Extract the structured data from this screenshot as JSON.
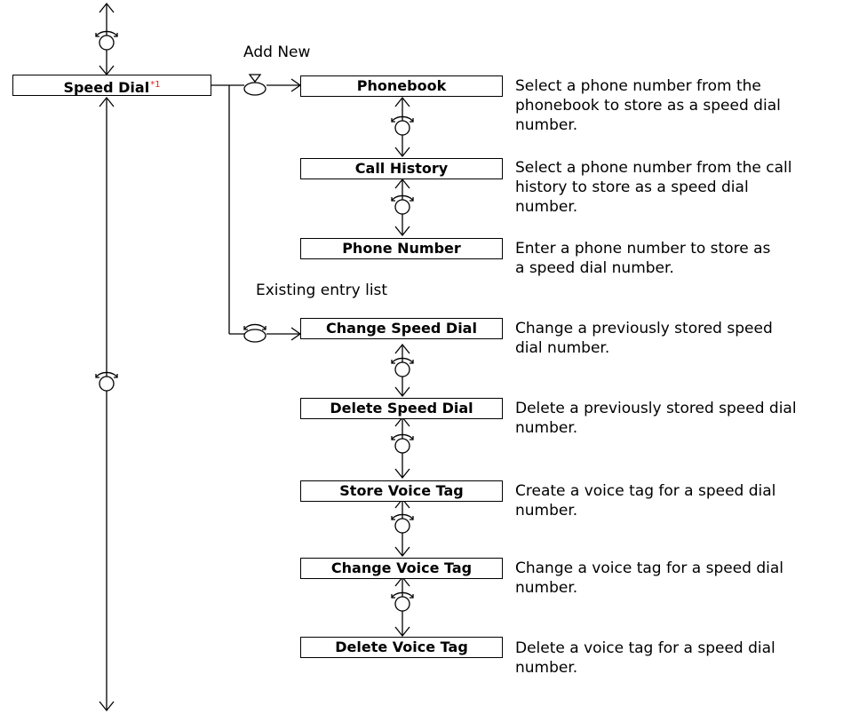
{
  "root": {
    "label": "Speed Dial",
    "footnote": "*1"
  },
  "groups": {
    "add_new": "Add New",
    "existing": "Existing entry list"
  },
  "items": [
    {
      "label": "Phonebook",
      "description": "Select a phone number from the\nphonebook to store as a speed dial\nnumber."
    },
    {
      "label": "Call History",
      "description": "Select a phone number from the call\nhistory to store as a speed dial\nnumber."
    },
    {
      "label": "Phone Number",
      "description": "Enter a phone number to store as\na speed dial number."
    },
    {
      "label": "Change Speed Dial",
      "description": "Change a previously stored speed\ndial number."
    },
    {
      "label": "Delete Speed Dial",
      "description": "Delete a previously stored speed dial\nnumber."
    },
    {
      "label": "Store Voice Tag",
      "description": "Create a voice tag for a speed dial\nnumber."
    },
    {
      "label": "Change Voice Tag",
      "description": "Change a voice tag for a speed dial\nnumber."
    },
    {
      "label": "Delete Voice Tag",
      "description": "Delete a voice tag for a speed dial\nnumber."
    }
  ]
}
